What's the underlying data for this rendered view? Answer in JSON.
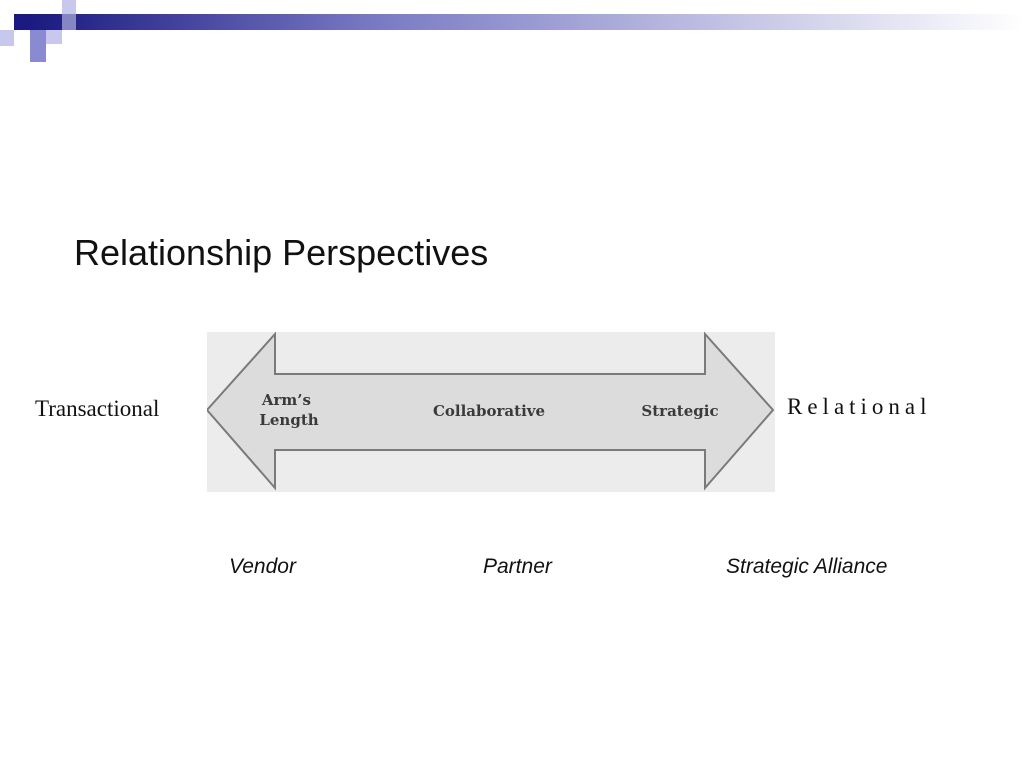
{
  "slide": {
    "title": "Relationship Perspectives",
    "accent_colors": {
      "dark": "#1a1a80",
      "mid": "#8a8ad0",
      "light": "#c8c8ec"
    }
  },
  "diagram": {
    "left_label": "Transactional",
    "right_label": "Relational",
    "arrow": {
      "fill": "#dcdcdc",
      "stroke": "#7a7a7a",
      "stages": [
        {
          "lines": [
            "Arm’s",
            "Length"
          ]
        },
        {
          "lines": [
            "Collaborative"
          ]
        },
        {
          "lines": [
            "Strategic"
          ]
        }
      ]
    },
    "bottom_labels": [
      "Vendor",
      "Partner",
      "Strategic Alliance"
    ]
  }
}
